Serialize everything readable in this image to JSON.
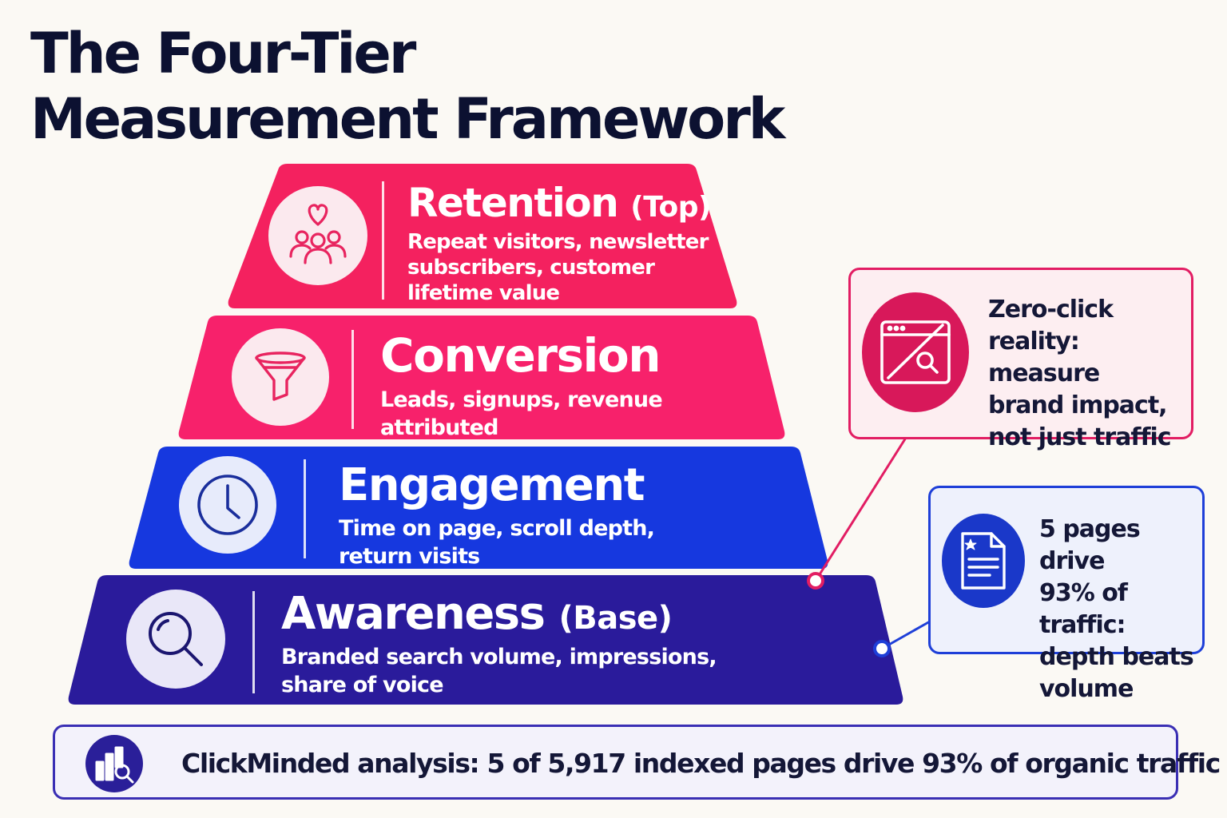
{
  "title": {
    "line1": "The Four-Tier",
    "line2": "Measurement Framework"
  },
  "tiers": [
    {
      "name": "Retention",
      "suffix": "(Top)",
      "desc_lines": [
        "Repeat visitors, newsletter",
        "subscribers, customer",
        "lifetime value"
      ],
      "color": "#f4215f",
      "icon": "people-heart-icon"
    },
    {
      "name": "Conversion",
      "suffix": "",
      "desc_lines": [
        "Leads, signups, revenue",
        "attributed"
      ],
      "color": "#f7216b",
      "icon": "funnel-icon"
    },
    {
      "name": "Engagement",
      "suffix": "",
      "desc_lines": [
        "Time on page, scroll depth,",
        "return visits"
      ],
      "color": "#1638df",
      "icon": "clock-icon"
    },
    {
      "name": "Awareness",
      "suffix": "(Base)",
      "desc_lines": [
        "Branded search volume, impressions,",
        "share of voice"
      ],
      "color": "#2a1b9b",
      "icon": "magnifier-icon"
    }
  ],
  "callouts": [
    {
      "lines": [
        "Zero-click",
        "reality: measure",
        "brand impact,",
        "not just traffic"
      ],
      "accent": "#e21d63",
      "icon": "browser-search-slash-icon"
    },
    {
      "lines": [
        "5 pages drive",
        "93% of traffic:",
        "depth beats",
        "volume"
      ],
      "accent": "#1e3fd8",
      "icon": "document-icon"
    }
  ],
  "banner": {
    "text": "ClickMinded analysis: 5 of 5,917 indexed pages drive 93% of organic traffic",
    "icon": "bar-chart-search-icon"
  }
}
